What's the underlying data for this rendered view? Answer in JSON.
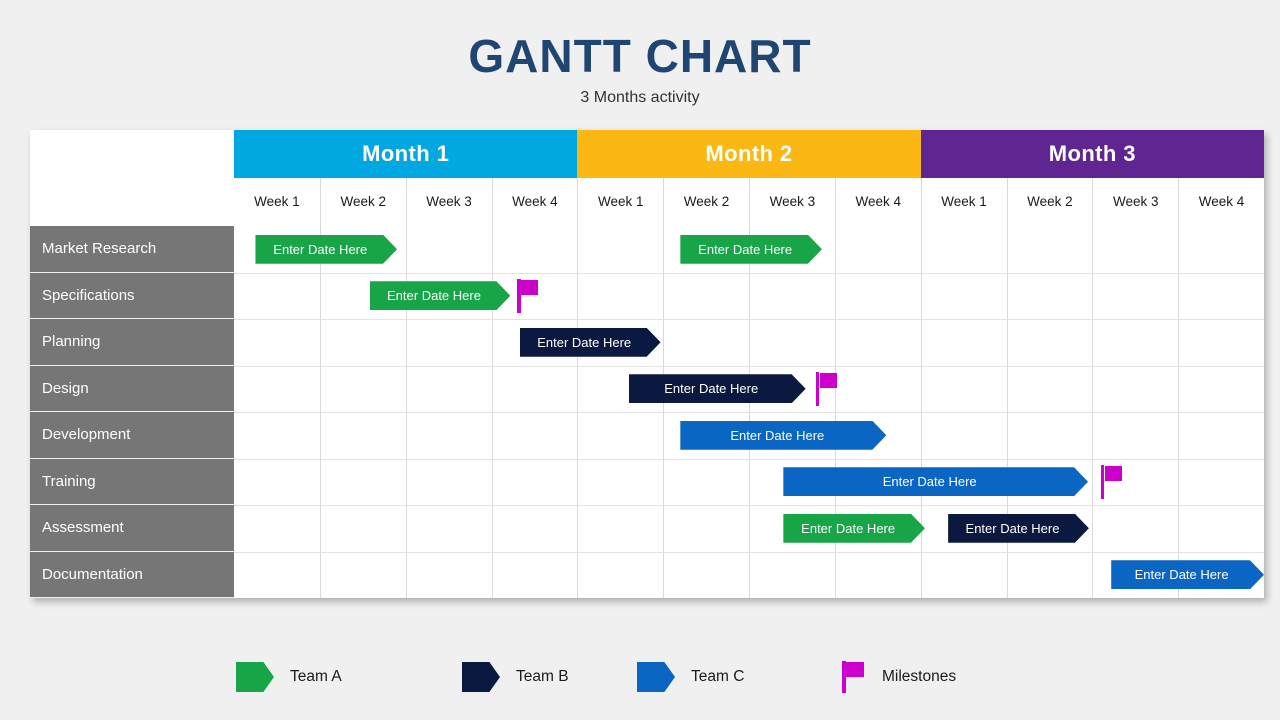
{
  "header": {
    "title": "GANTT CHART",
    "subtitle": "3 Months activity",
    "title_color": "#1f4572"
  },
  "colors": {
    "background": "#f0f0f0",
    "task_label_bg": "#767676",
    "grid_line": "#d8d8d8",
    "team_a": "#18a548",
    "team_b": "#0b1941",
    "team_c": "#0a66c2",
    "milestone": "#cc00cc",
    "month_1": "#00a7e1",
    "month_2": "#fbb713",
    "month_3": "#5f2590"
  },
  "table": {
    "corner_label": "",
    "months": [
      {
        "label": "Month 1",
        "color": "#00a7e1",
        "weeks": 4
      },
      {
        "label": "Month 2",
        "color": "#fbb713",
        "weeks": 4
      },
      {
        "label": "Month 3",
        "color": "#5f2590",
        "weeks": 4
      }
    ],
    "week_labels": [
      "Week 1",
      "Week 2",
      "Week 3",
      "Week 4",
      "Week 1",
      "Week 2",
      "Week 3",
      "Week 4",
      "Week 1",
      "Week 2",
      "Week 3",
      "Week 4"
    ],
    "tasks": [
      "Market Research",
      "Specifications",
      "Planning",
      "Design",
      "Development",
      "Training",
      "Assessment",
      "Documentation"
    ]
  },
  "chart_data": {
    "type": "bar",
    "title": "GANTT CHART",
    "subtitle": "3 Months activity",
    "xlabel": "",
    "ylabel": "",
    "categories": [
      "Market Research",
      "Specifications",
      "Planning",
      "Design",
      "Development",
      "Training",
      "Assessment",
      "Documentation"
    ],
    "x_axis": {
      "months": [
        "Month 1",
        "Month 2",
        "Month 3"
      ],
      "weeks_per_month": 4,
      "total_columns": 12,
      "tick_labels": [
        "Week 1",
        "Week 2",
        "Week 3",
        "Week 4",
        "Week 1",
        "Week 2",
        "Week 3",
        "Week 4",
        "Week 1",
        "Week 2",
        "Week 3",
        "Week 4"
      ]
    },
    "grid": true,
    "legend_position": "bottom",
    "legend": [
      {
        "name": "Team A",
        "color": "#18a548"
      },
      {
        "name": "Team B",
        "color": "#0b1941"
      },
      {
        "name": "Team C",
        "color": "#0a66c2"
      },
      {
        "name": "Milestones",
        "color": "#cc00cc"
      }
    ],
    "bar_label": "Enter Date Here",
    "bars": [
      {
        "row": 0,
        "task": "Market Research",
        "team": "Team A",
        "color": "#18a548",
        "label": "Enter Date Here",
        "start_col": 0.25,
        "end_col": 1.9
      },
      {
        "row": 0,
        "task": "Market Research",
        "team": "Team A",
        "color": "#18a548",
        "label": "Enter Date Here",
        "start_col": 5.2,
        "end_col": 6.85
      },
      {
        "row": 1,
        "task": "Specifications",
        "team": "Team A",
        "color": "#18a548",
        "label": "Enter Date Here",
        "start_col": 1.58,
        "end_col": 3.22
      },
      {
        "row": 2,
        "task": "Planning",
        "team": "Team B",
        "color": "#0b1941",
        "label": "Enter Date Here",
        "start_col": 3.33,
        "end_col": 4.97
      },
      {
        "row": 3,
        "task": "Design",
        "team": "Team B",
        "color": "#0b1941",
        "label": "Enter Date Here",
        "start_col": 4.6,
        "end_col": 6.66
      },
      {
        "row": 4,
        "task": "Development",
        "team": "Team C",
        "color": "#0a66c2",
        "label": "Enter Date Here",
        "start_col": 5.2,
        "end_col": 7.6
      },
      {
        "row": 5,
        "task": "Training",
        "team": "Team C",
        "color": "#0a66c2",
        "label": "Enter Date Here",
        "start_col": 6.4,
        "end_col": 9.95
      },
      {
        "row": 6,
        "task": "Assessment",
        "team": "Team A",
        "color": "#18a548",
        "label": "Enter Date Here",
        "start_col": 6.4,
        "end_col": 8.05
      },
      {
        "row": 6,
        "task": "Assessment",
        "team": "Team B",
        "color": "#0b1941",
        "label": "Enter Date Here",
        "start_col": 8.32,
        "end_col": 9.96
      },
      {
        "row": 7,
        "task": "Documentation",
        "team": "Team C",
        "color": "#0a66c2",
        "label": "Enter Date Here",
        "start_col": 10.22,
        "end_col": 12.0
      }
    ],
    "milestones": [
      {
        "row": 1,
        "task": "Specifications",
        "col": 3.3
      },
      {
        "row": 3,
        "task": "Design",
        "col": 6.78
      },
      {
        "row": 5,
        "task": "Training",
        "col": 10.1
      }
    ]
  }
}
